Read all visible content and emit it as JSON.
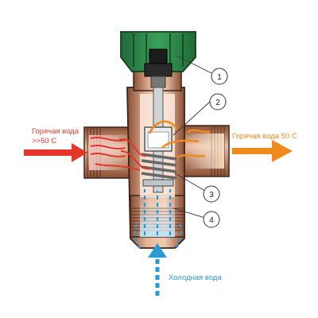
{
  "labels": {
    "hot_in_line1": "Горячая вода",
    "hot_in_line2": ">>50 С",
    "hot_out": "Горячая вода 50 С",
    "cold_in": "Холодная вода"
  },
  "callouts": [
    "1",
    "2",
    "3",
    "4"
  ],
  "colors": {
    "hot": "#e4352a",
    "mixed": "#f08a1c",
    "cold": "#2a9ad6",
    "knob": "#2f8a4a",
    "body": "#b77a5a",
    "outline": "#3a2418"
  }
}
